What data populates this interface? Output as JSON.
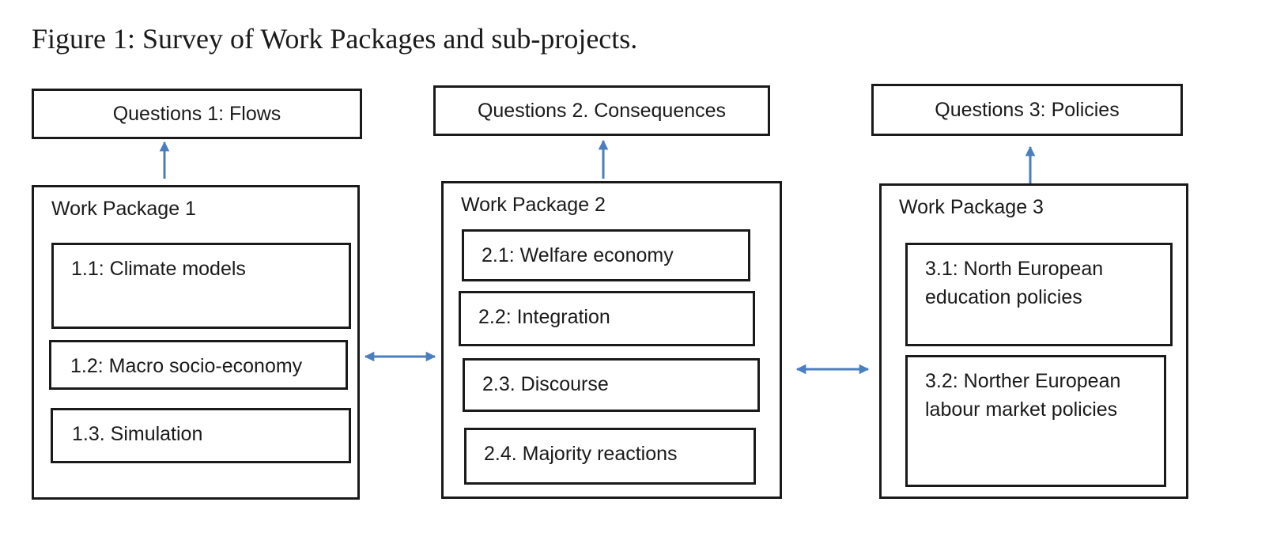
{
  "title": "Figure 1: Survey of Work Packages and sub-projects.",
  "colors": {
    "arrow": "#4a7ebf",
    "border": "#1a1a1a"
  },
  "questions": [
    {
      "label": "Questions 1: Flows"
    },
    {
      "label": "Questions 2. Consequences"
    },
    {
      "label": "Questions 3: Policies"
    }
  ],
  "work_packages": [
    {
      "label": "Work Package 1",
      "subprojects": [
        {
          "label": "1.1: Climate models"
        },
        {
          "label": "1.2: Macro socio-economy"
        },
        {
          "label": "1.3. Simulation"
        }
      ]
    },
    {
      "label": "Work Package 2",
      "subprojects": [
        {
          "label": "2.1: Welfare economy"
        },
        {
          "label": "2.2: Integration"
        },
        {
          "label": "2.3. Discourse"
        },
        {
          "label": "2.4. Majority reactions"
        }
      ]
    },
    {
      "label": "Work Package 3",
      "subprojects": [
        {
          "label": "3.1: North European education policies"
        },
        {
          "label": "3.2: Norther European labour market policies"
        }
      ]
    }
  ]
}
